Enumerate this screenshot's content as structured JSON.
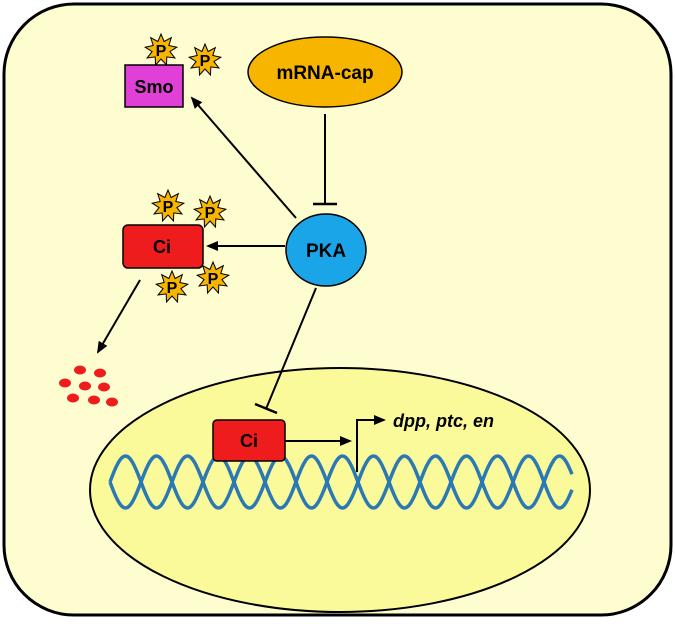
{
  "colors": {
    "cell_fill": "#fefdcf",
    "cell_stroke": "#000000",
    "nucleus_fill": "#fbfa9a",
    "dna": "#2a78b4",
    "smo_fill": "#e040d6",
    "mrna_fill": "#f7b500",
    "pka_fill": "#1aa5e8",
    "ci_fill": "#ee1c1c",
    "phospho_fill": "#f7b500",
    "degradation_dots": "#ee1c1c"
  },
  "nodes": {
    "smo": "Smo",
    "mrna_cap": "mRNA-cap",
    "pka": "PKA",
    "ci_cytoplasm": "Ci",
    "ci_nucleus": "Ci"
  },
  "phospho_label": "P",
  "target_genes": "dpp, ptc, en"
}
